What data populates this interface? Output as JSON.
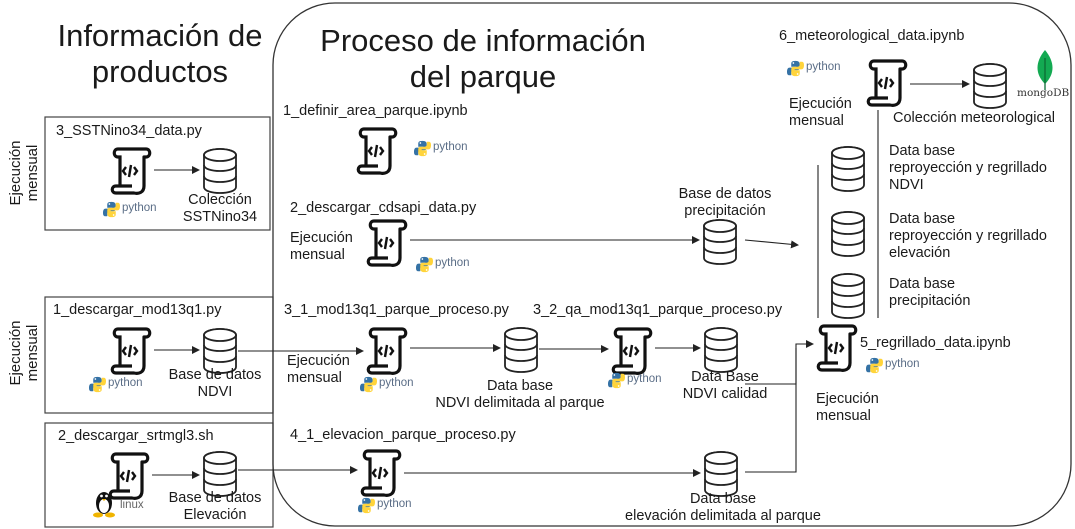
{
  "headings": {
    "left": "Información de\nproductos",
    "center": "Proceso de información\ndel parque"
  },
  "side_labels": {
    "sst": "Ejecución\nmensual",
    "ndvi": "Ejecución\nmensual"
  },
  "files": {
    "sst": "3_SSTNino34_data.py",
    "mod13": "1_descargar_mod13q1.py",
    "srtm": "2_descargar_srtmgl3.sh",
    "definir": "1_definir_area_parque.ipynb",
    "cdsapi": "2_descargar_cdsapi_data.py",
    "mod13_proc": "3_1_mod13q1_parque_proceso.py",
    "qa_proc": "3_2_qa_mod13q1_parque_proceso.py",
    "elev_proc": "4_1_elevacion_parque_proceso.py",
    "meteo": "6_meteorological_data.ipynb",
    "regrid": "5_regrillado_data.ipynb"
  },
  "databases": {
    "sst": "Colección\nSSTNino34",
    "ndvi": "Base de datos\nNDVI",
    "elev": "Base de datos\nElevación",
    "precip": "Base de datos\nprecipitación",
    "ndvi_park": "Data base\nNDVI delimitada al parque",
    "ndvi_quality": "Data Base\nNDVI calidad",
    "elev_park": "Data base\nelevación delimitada al parque",
    "meteo": "Colección meteorological",
    "regrid_ndvi": "Data base\nreproyección y regrillado\nNDVI",
    "regrid_elev": "Data base\nreproyección y regrillado\nelevación",
    "regrid_precip": "Data base\nprecipitación"
  },
  "exec_labels": {
    "cdsapi": "Ejecución\nmensual",
    "mod13_proc": "Ejecución\nmensual",
    "meteo": "Ejecución\nmensual",
    "regrid": "Ejecución\nmensual"
  },
  "brands": {
    "python": "python",
    "linux": "linux",
    "mongodb": "mongoDB"
  },
  "colors": {
    "python_blue": "#3572A5",
    "python_yellow": "#FFD43B",
    "mongo_green": "#13AA52",
    "line": "#222222"
  }
}
